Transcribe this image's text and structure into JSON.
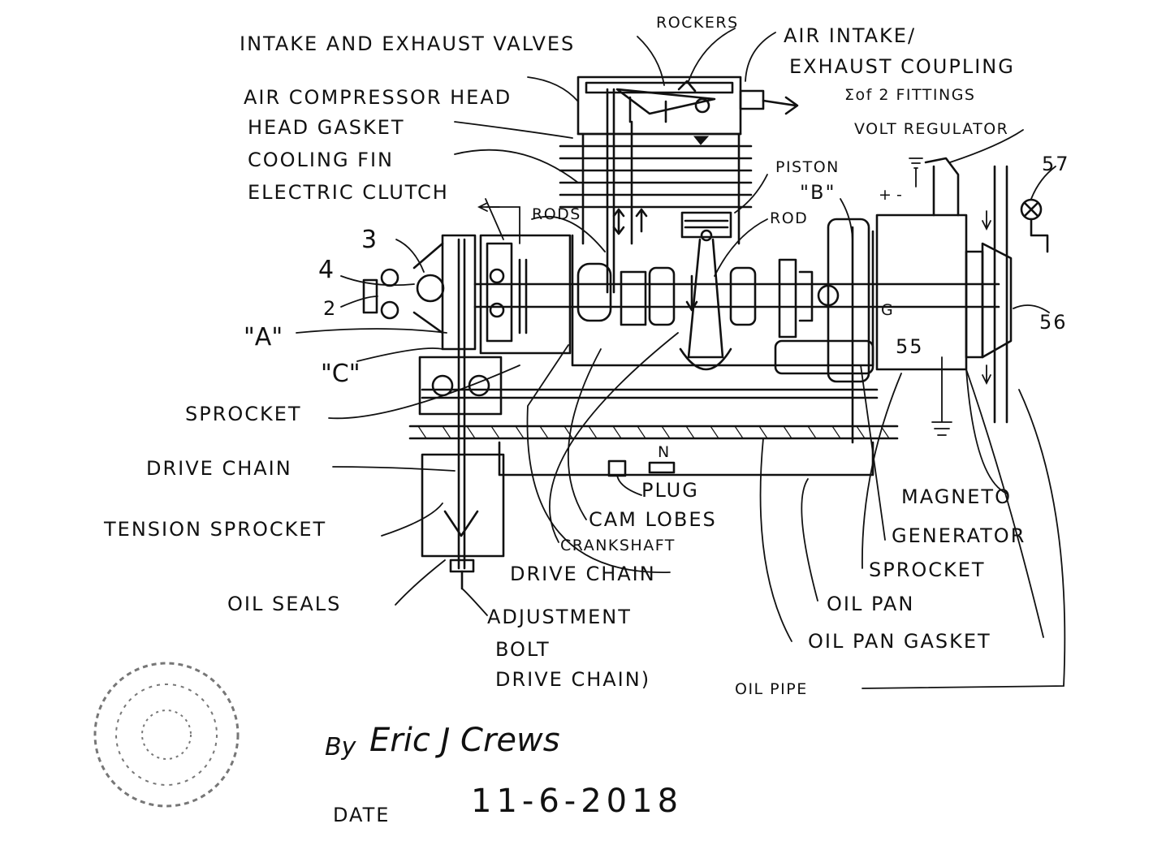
{
  "colors": {
    "ink": "#111111",
    "paper": "#ffffff",
    "stamp": "#777777"
  },
  "labels": {
    "intake_exhaust_valves": "INTAKE AND EXHAUST VALVES",
    "rockers": "ROCKERS",
    "air_intake_1": "AIR INTAKE/",
    "air_intake_2": "EXHAUST COUPLING",
    "fittings": "Σof 2 FITTINGS",
    "air_compressor_head": "AIR COMPRESSOR HEAD",
    "head_gasket": "HEAD GASKET",
    "cooling_fin": "COOLING FIN",
    "electric_clutch": "ELECTRIC CLUTCH",
    "volt_regulator": "VOLT REGULATOR",
    "piston": "PISTON",
    "piston_b": "\"B\"",
    "rods": "RODS",
    "rod": "ROD",
    "n3": "3",
    "n4": "4",
    "n2": "2",
    "label_a": "\"A\"",
    "label_c": "\"C\"",
    "n57": "57",
    "n56": "56",
    "n55": "55",
    "sprocket": "SPROCKET",
    "drive_chain_left": "DRIVE CHAIN",
    "tension_sprocket": "TENSION SPROCKET",
    "oil_seals": "OIL SEALS",
    "n_mark": "N",
    "plug": "PLUG",
    "cam_lobes": "CAM LOBES",
    "crankshaft": "CRANKSHAFT",
    "drive_chain_mid": "DRIVE CHAIN",
    "adjustment": "ADJUSTMENT",
    "bolt": "BOLT",
    "drive_chain_paren": "DRIVE CHAIN)",
    "magneto": "MAGNETO",
    "generator": "GENERATOR",
    "sprocket_right": "SPROCKET",
    "oil_pan": "OIL PAN",
    "oil_pan_gasket": "OIL PAN GASKET",
    "oil_pipe": "OIL PIPE",
    "plus": "+",
    "minus": "-",
    "g": "G"
  },
  "signature": {
    "by": "By",
    "name": "Eric J Crews",
    "date_label": "DATE",
    "date_value": "11-6-2018"
  }
}
